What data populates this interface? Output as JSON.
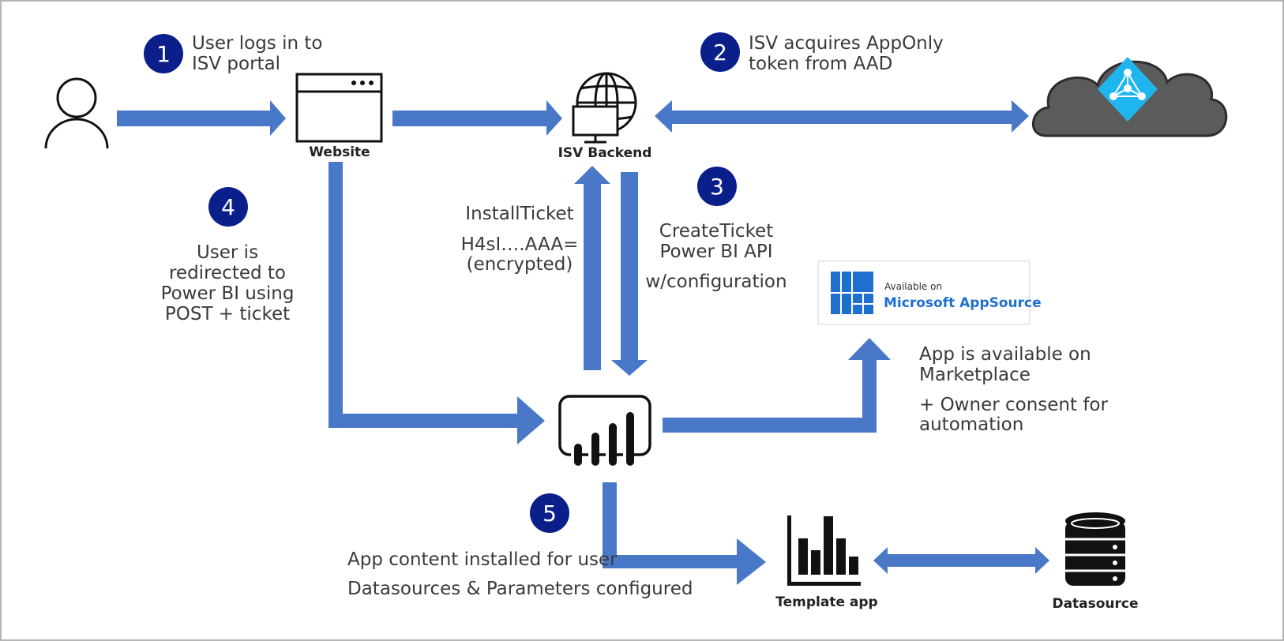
{
  "colors": {
    "arrow": "#4a78c9",
    "step_circle": "#0b1f8a",
    "cloud": "#5b5b5b",
    "aad_icon": "#1fb6ef",
    "appsource": "#1f6fd1",
    "border": "#b5b5b5"
  },
  "nodes": {
    "website": {
      "label": "Website",
      "icon": "browser-window-icon"
    },
    "isv_backend": {
      "label": "ISV Backend",
      "icon": "globe-computer-icon"
    },
    "aad": {
      "icon": "cloud-aad-icon"
    },
    "power_bi": {
      "icon": "power-bi-icon"
    },
    "template_app": {
      "label": "Template app",
      "icon": "bar-chart-icon"
    },
    "datasource": {
      "label": "Datasource",
      "icon": "database-icon"
    },
    "user": {
      "icon": "user-icon"
    },
    "appsource_badge": {
      "small": "Available on",
      "big": "Microsoft AppSource",
      "icon": "appsource-logo-icon"
    }
  },
  "steps": [
    {
      "num": "1",
      "lines": [
        "User logs in to",
        "ISV portal"
      ]
    },
    {
      "num": "2",
      "lines": [
        "ISV acquires AppOnly",
        "token from AAD"
      ]
    },
    {
      "num": "3",
      "lines": [
        "CreateTicket",
        "Power BI API",
        "w/configuration"
      ]
    },
    {
      "num": "4",
      "lines": [
        "User is",
        "redirected to",
        "Power BI using",
        "POST + ticket"
      ]
    },
    {
      "num": "5",
      "lines": [
        "App content installed for user",
        "Datasources & Parameters configured"
      ]
    }
  ],
  "install_ticket": {
    "lines": [
      "InstallTicket",
      "H4sI….AAA=",
      "(encrypted)"
    ]
  },
  "marketplace": {
    "lines": [
      "App is available on",
      "Marketplace",
      "+ Owner consent for",
      "automation"
    ]
  }
}
